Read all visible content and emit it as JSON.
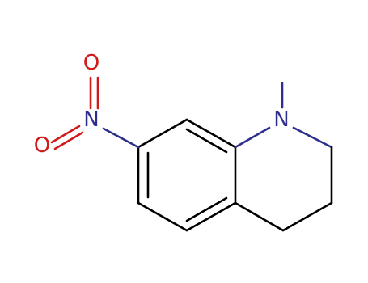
{
  "structure": {
    "atoms": {
      "n_ring": {
        "symbol": "N",
        "color": "#2e2e8c"
      },
      "n_nitro": {
        "symbol": "N",
        "color": "#2e2e8c"
      },
      "o_top": {
        "symbol": "O",
        "color": "#d11a1a"
      },
      "o_left": {
        "symbol": "O",
        "color": "#d11a1a"
      }
    },
    "colors": {
      "carbon_bond": "#000000",
      "nitrogen": "#2e2e8c",
      "oxygen": "#d11a1a",
      "background": "#ffffff"
    }
  }
}
